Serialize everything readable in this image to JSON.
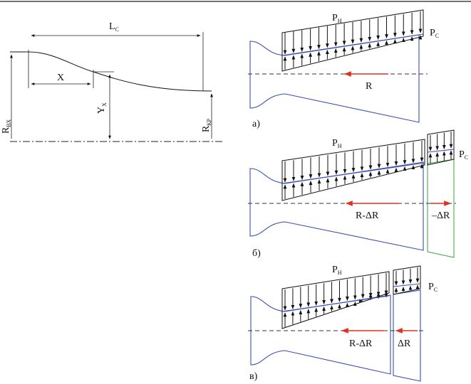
{
  "colors": {
    "ink": "#111111",
    "nozzle_wall": "#3b4fb0",
    "thrust_arrow": "#e03020",
    "removed_part": "#4aa84a"
  },
  "left_figure": {
    "length_label": "L",
    "length_sub": "C",
    "x_label": "X",
    "y_label": "Y",
    "y_sub": "X",
    "inlet_radius_label": "R",
    "inlet_radius_sub": "ВХ",
    "throat_radius_label": "R",
    "throat_radius_sub": "КР"
  },
  "panels": [
    {
      "id": "a",
      "caption": "а)",
      "pressure_outer": "P",
      "pressure_outer_sub": "Н",
      "pressure_exit": "P",
      "pressure_exit_sub": "С",
      "thrust_label": "R"
    },
    {
      "id": "b",
      "caption": "б)",
      "pressure_outer": "P",
      "pressure_outer_sub": "Н",
      "pressure_exit": "P",
      "pressure_exit_sub": "С",
      "thrust_label": "R-ΔR",
      "delta_label": "–ΔR"
    },
    {
      "id": "v",
      "caption": "в)",
      "pressure_outer": "P",
      "pressure_outer_sub": "Н",
      "pressure_exit": "P",
      "pressure_exit_sub": "С",
      "thrust_label": "R-ΔR",
      "delta_label": "ΔR"
    }
  ]
}
